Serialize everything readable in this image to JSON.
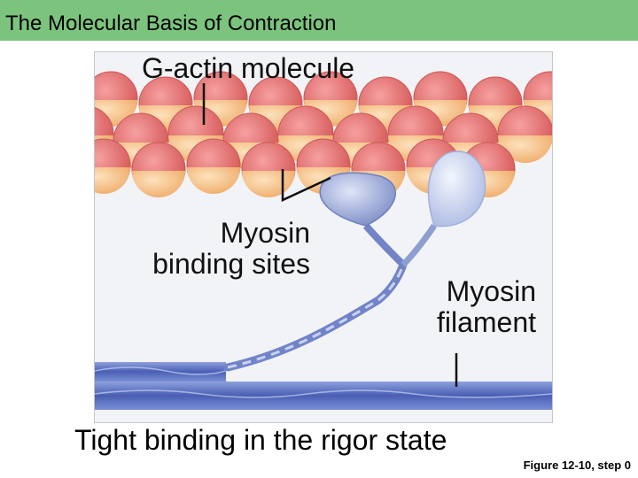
{
  "title": "The Molecular Basis of Contraction",
  "labels": {
    "g_actin": "G-actin molecule",
    "myosin_binding_line1": "Myosin",
    "myosin_binding_line2": "binding sites",
    "myosin_filament_line1": "Myosin",
    "myosin_filament_line2": "filament"
  },
  "caption": "Tight binding in the rigor state",
  "figure_ref": "Figure 12-10, step 0",
  "colors": {
    "title_bar": "#7cc47e",
    "actin_red": "#e26a6a",
    "actin_peach": "#f6c58e",
    "myosin_head": "#8e9ed0",
    "myosin_head_light": "#c7d1ef",
    "filament_blue": "#5b6fbf"
  }
}
